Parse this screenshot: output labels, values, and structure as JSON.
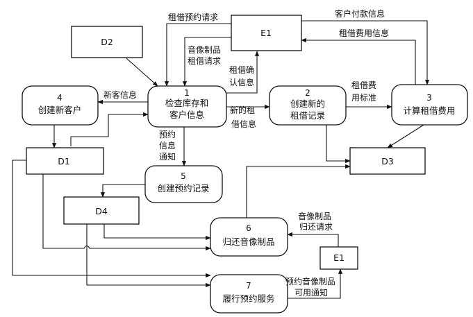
{
  "nodes": {
    "E1_top": {
      "label": "E1"
    },
    "D2": {
      "label": "D2"
    },
    "P1": {
      "id": "1",
      "label_line1": "检查库存和",
      "label_line2": "客户信息"
    },
    "P2": {
      "id": "2",
      "label_line1": "创建新的",
      "label_line2": "租借记录"
    },
    "P3": {
      "id": "3",
      "label": "计算租借费用"
    },
    "P4": {
      "id": "4",
      "label": "创建新客户"
    },
    "D1": {
      "label": "D1"
    },
    "D3": {
      "label": "D3"
    },
    "P5": {
      "id": "5",
      "label": "创建预约记录"
    },
    "D4": {
      "label": "D4"
    },
    "P6": {
      "id": "6",
      "label": "归还音像制品"
    },
    "E1_bottom": {
      "label": "E1"
    },
    "P7": {
      "id": "7",
      "label": "履行预约服务"
    }
  },
  "edge_labels": {
    "customer_payment": "客户付款信息",
    "rental_fee": "租借费用信息",
    "reservation_request": "租借预约请求",
    "rental_request_line1": "音像制品",
    "rental_request_line2": "租借请求",
    "rental_confirm_line1": "租借确",
    "rental_confirm_line2": "认信息",
    "new_customer": "新客信息",
    "new_rental_line1": "新的租",
    "new_rental_line2": "借信息",
    "fee_standard_line1": "租借费",
    "fee_standard_line2": "用标准",
    "reserve_notice_line1": "预约",
    "reserve_notice_line2": "信息",
    "reserve_notice_line3": "通知",
    "return_request_line1": "音像制品",
    "return_request_line2": "归还请求",
    "available_notice_line1": "预约音像制品",
    "available_notice_line2": "可用通知"
  }
}
